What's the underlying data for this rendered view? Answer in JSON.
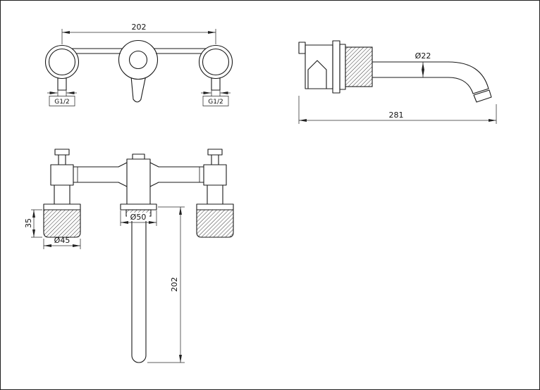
{
  "colors": {
    "background": "#ffffff",
    "line": "#1a1a1a"
  },
  "drawing": {
    "front": {
      "width": "202",
      "thread_left": "G1/2",
      "thread_right": "G1/2"
    },
    "side": {
      "spout_diameter": "Ø22",
      "spout_length": "281"
    },
    "plan": {
      "knurl_height": "35",
      "handle_diameter": "Ø45",
      "flange_diameter": "Ø50",
      "spout_length": "202"
    }
  }
}
